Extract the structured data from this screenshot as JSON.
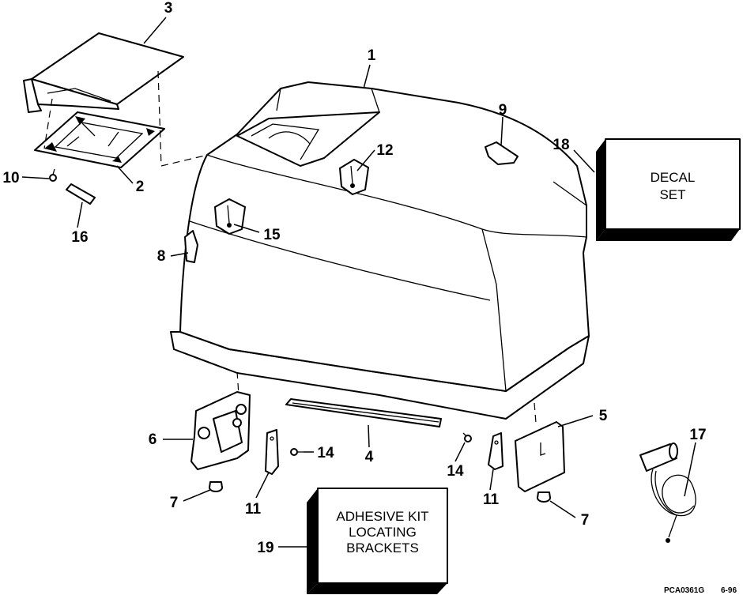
{
  "callouts": [
    {
      "id": "c1",
      "label": "1"
    },
    {
      "id": "c2",
      "label": "2"
    },
    {
      "id": "c3",
      "label": "3"
    },
    {
      "id": "c4",
      "label": "4"
    },
    {
      "id": "c5",
      "label": "5"
    },
    {
      "id": "c6",
      "label": "6"
    },
    {
      "id": "c7a",
      "label": "7"
    },
    {
      "id": "c7b",
      "label": "7"
    },
    {
      "id": "c8",
      "label": "8"
    },
    {
      "id": "c9",
      "label": "9"
    },
    {
      "id": "c10",
      "label": "10"
    },
    {
      "id": "c11a",
      "label": "11"
    },
    {
      "id": "c11b",
      "label": "11"
    },
    {
      "id": "c12",
      "label": "12"
    },
    {
      "id": "c14a",
      "label": "14"
    },
    {
      "id": "c14b",
      "label": "14"
    },
    {
      "id": "c15",
      "label": "15"
    },
    {
      "id": "c16",
      "label": "16"
    },
    {
      "id": "c17",
      "label": "17"
    },
    {
      "id": "c18",
      "label": "18"
    },
    {
      "id": "c19",
      "label": "19"
    }
  ],
  "decal_box": {
    "line1": "DECAL",
    "line2": "SET"
  },
  "adhesive_box": {
    "line1": "ADHESIVE KIT",
    "line2": "LOCATING",
    "line3": "BRACKETS"
  },
  "footer": {
    "part_code": "PCA0361G",
    "date": "6-96"
  }
}
